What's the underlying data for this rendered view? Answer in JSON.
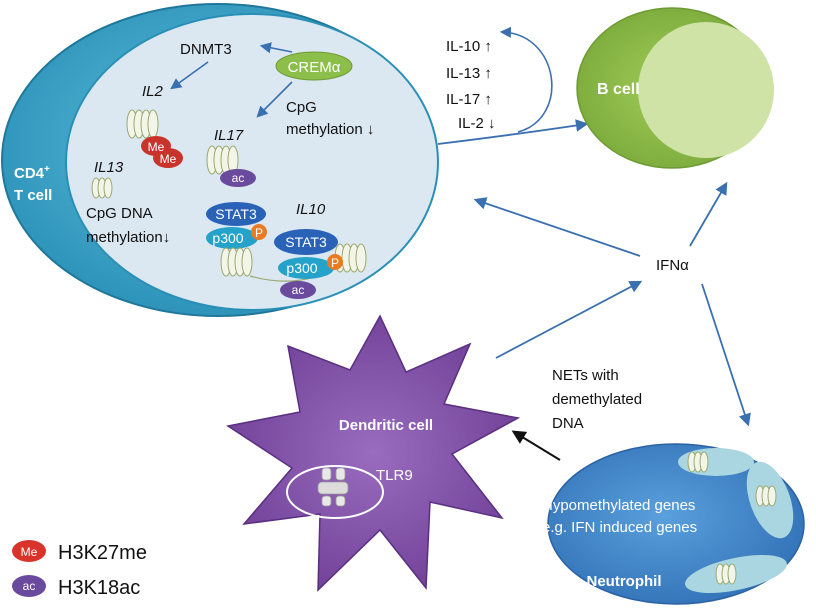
{
  "tcell": {
    "label_line1": "CD4",
    "label_sup": "+",
    "label_line2": "T cell",
    "dnmt3": "DNMT3",
    "cremalpha": "CREMα",
    "cpg_meth_line1": "CpG",
    "cpg_meth_line2": "methylation ↓",
    "gene_il2": "IL2",
    "gene_il17": "IL17",
    "gene_il13": "IL13",
    "gene_il10": "IL10",
    "cpg_dna_line1": "CpG DNA",
    "cpg_dna_line2": "methylation↓",
    "me_mark": "Me",
    "ac_mark": "ac",
    "stat3": "STAT3",
    "p300": "p300",
    "p_mark": "P"
  },
  "cytokines": [
    "IL-10 ↑",
    "IL-13 ↑",
    "IL-17 ↑",
    "IL-2 ↓"
  ],
  "bcell": {
    "label": "B cell"
  },
  "ifn": {
    "label": "IFNα"
  },
  "nets": {
    "lines": [
      "NETs with",
      "demethylated",
      "DNA"
    ]
  },
  "dendritic": {
    "label": "Dendritic cell",
    "tlr9": "TLR9"
  },
  "neutrophil": {
    "label": "Neutrophil",
    "genes_line1": "Hypomethylated genes",
    "genes_line2": "e.g. IFN induced genes"
  },
  "legend": [
    {
      "mark": "Me",
      "label": "H3K27me",
      "color": "#d8342c"
    },
    {
      "mark": "ac",
      "label": "H3K18ac",
      "color": "#6a4a9c"
    }
  ],
  "colors": {
    "tcell_outer": "#2f9cc0",
    "tcell_nucleus": "#dbe8f2",
    "bcell_outer": "#8fbc45",
    "bcell_inner": "#cfe3a6",
    "dendritic": "#7d4ca0",
    "neutrophil": "#3b7fc4",
    "arrow": "#3a6fb0",
    "stat3": "#2a62b8",
    "p300": "#25a2c9",
    "phospho": "#e97b24",
    "crem": "#8cbf4a"
  }
}
